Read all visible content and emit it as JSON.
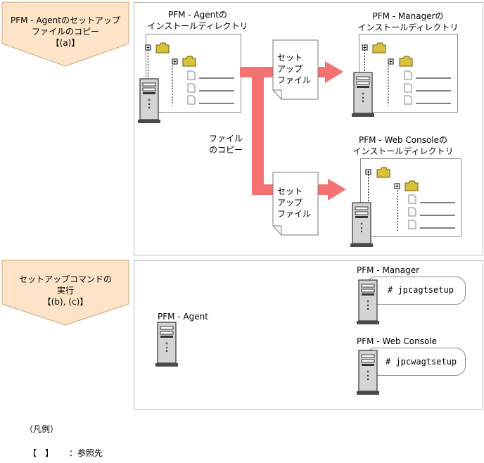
{
  "step1": {
    "label_lines": [
      "PFM - Agentのセットアップ",
      "ファイルのコピー",
      "【(a)】"
    ],
    "agent_dir_lines": [
      "PFM - Agentの",
      "インストールディレクトリ"
    ],
    "manager_dir_lines": [
      "PFM - Managerの",
      "インストールディレクトリ"
    ],
    "webconsole_dir_lines": [
      "PFM - Web Consoleの",
      "インストールディレクトリ"
    ],
    "setup_file_lines": [
      "セット",
      "アップ",
      "ファイル"
    ],
    "copy_lines": [
      "ファイル",
      "のコピー"
    ]
  },
  "step2": {
    "label_lines": [
      "セットアップコマンドの",
      "実行",
      "【(b), (c)】"
    ],
    "agent_label": "PFM - Agent",
    "manager_label": "PFM - Manager",
    "manager_command": "# jpcagtsetup",
    "webconsole_label": "PFM - Web Console",
    "webconsole_command": "# jpcwagtsetup"
  },
  "legend": {
    "title": "（凡例）",
    "bracket": "【　】",
    "meaning": "：参照先"
  },
  "colors": {
    "arrow": "#f47272",
    "badge": "#fde3c7",
    "folder": "#d8c23a",
    "server_dark": "#4a4a4a"
  }
}
